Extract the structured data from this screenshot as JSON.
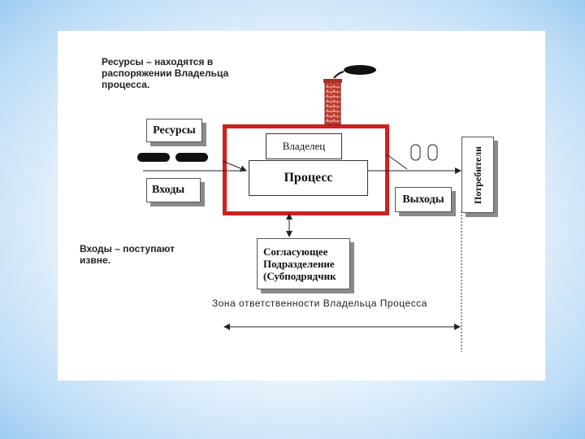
{
  "diagram": {
    "resources_note": "Ресурсы – находятся в распоряжении Владельца процесса.",
    "inputs_note": "Входы – поступают извне.",
    "resources_box": "Ресурсы",
    "inputs_box": "Входы",
    "owner_box": "Владелец",
    "process_box": "Процесс",
    "outputs_box": "Выходы",
    "consumers_box": "Потребители",
    "subcontractor_box": [
      "Согласующее",
      "Подразделение",
      "(Субподрядчик"
    ],
    "responsibility_zone": "Зона ответственности Владельца Процесса"
  },
  "colors": {
    "frame": "#d02020",
    "brick": "#c0392b",
    "shadow": "#8a8a8a"
  }
}
